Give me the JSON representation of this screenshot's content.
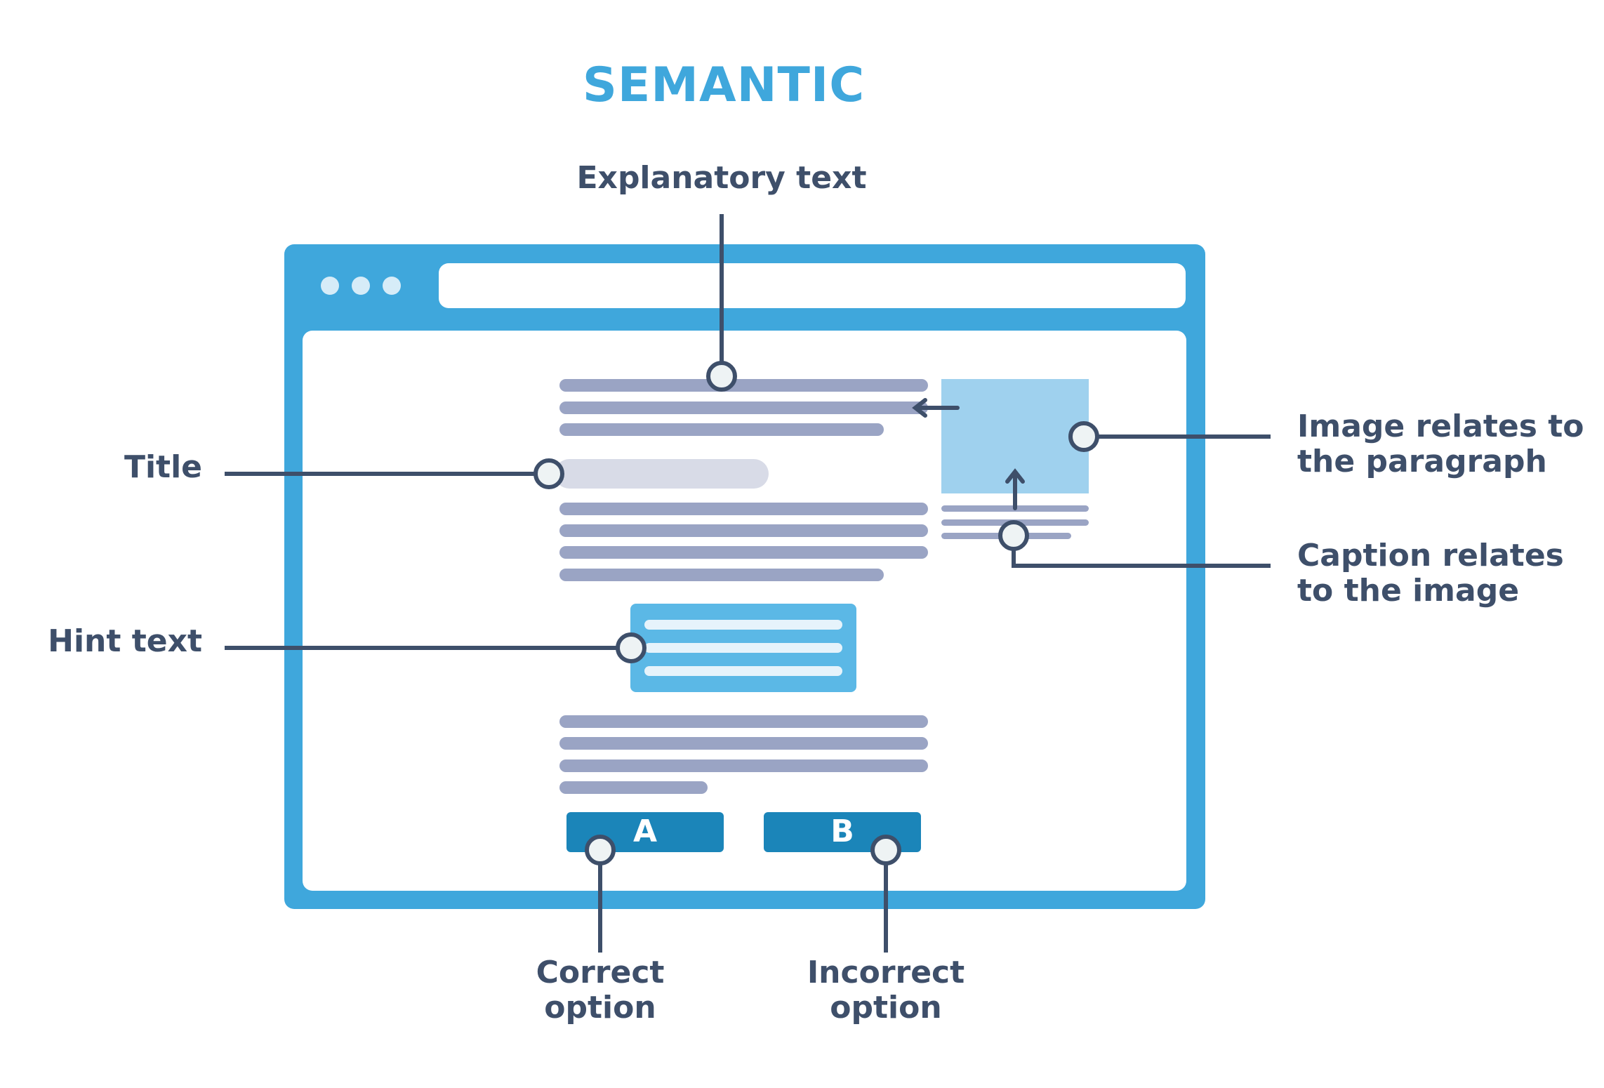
{
  "heading": "SEMANTIC",
  "labels": {
    "explanatory": "Explanatory text",
    "title": "Title",
    "hint": "Hint text",
    "image_line1": "Image relates to",
    "image_line2": "the paragraph",
    "caption_line1": "Caption relates",
    "caption_line2": "to the image",
    "correct_line1": "Correct",
    "correct_line2": "option",
    "incorrect_line1": "Incorrect",
    "incorrect_line2": "option"
  },
  "buttons": {
    "a": "A",
    "b": "B"
  },
  "colors": {
    "frame": "#3fa7dc",
    "text_lines": "#9aa4c4",
    "title_bar": "#d8dbe7",
    "image": "#9fd1ee",
    "hint_box": "#5bb8e6",
    "option_button": "#1b85b9",
    "connector": "#3e4f6a",
    "label_text": "#3e4f6a"
  }
}
